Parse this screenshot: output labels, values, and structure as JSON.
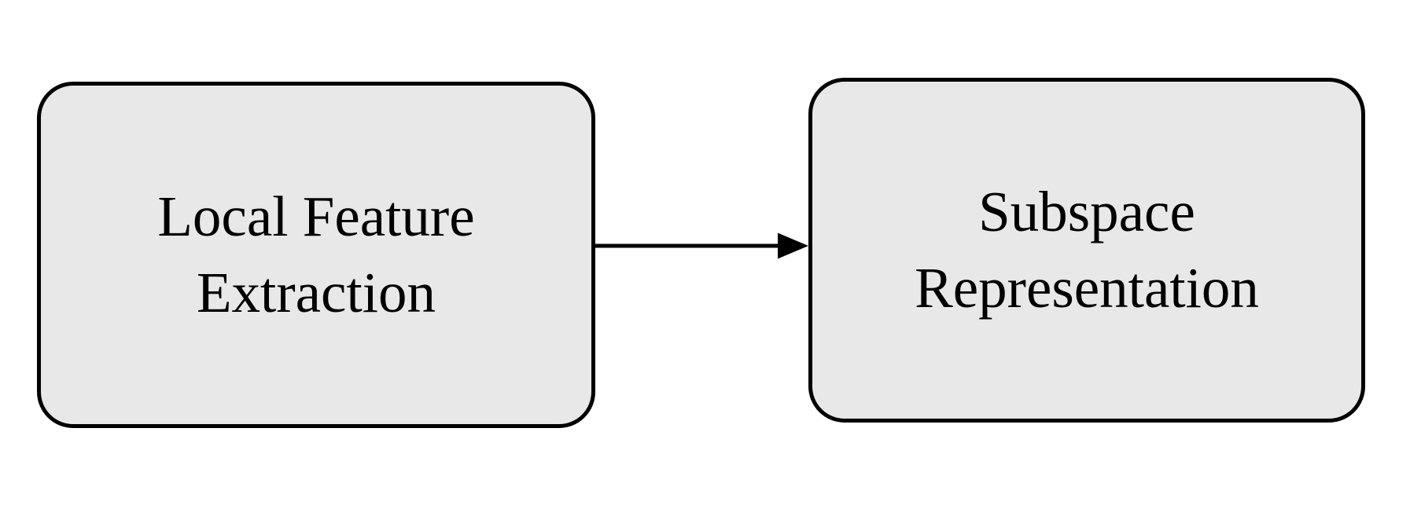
{
  "diagram": {
    "background": "#ffffff",
    "box_fill": "#e8e8e8",
    "box_border": "#000000",
    "arrow_color": "#000000",
    "nodes": [
      {
        "id": "local-feature-extraction",
        "label": "Local Feature Extraction",
        "lines": [
          "Local Feature",
          "Extraction"
        ]
      },
      {
        "id": "subspace-representation",
        "label": "Subspace Representation",
        "lines": [
          "Subspace",
          "Representation"
        ]
      }
    ],
    "edges": [
      {
        "from": "local-feature-extraction",
        "to": "subspace-representation",
        "type": "arrow"
      }
    ]
  }
}
